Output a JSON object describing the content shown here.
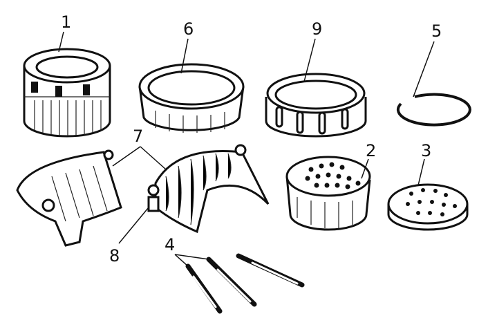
{
  "diagram": {
    "labels": [
      {
        "id": "1",
        "text": "1"
      },
      {
        "id": "6",
        "text": "6"
      },
      {
        "id": "9",
        "text": "9"
      },
      {
        "id": "5",
        "text": "5"
      },
      {
        "id": "7",
        "text": "7"
      },
      {
        "id": "2",
        "text": "2"
      },
      {
        "id": "3",
        "text": "3"
      },
      {
        "id": "8",
        "text": "8"
      },
      {
        "id": "4",
        "text": "4"
      }
    ]
  }
}
